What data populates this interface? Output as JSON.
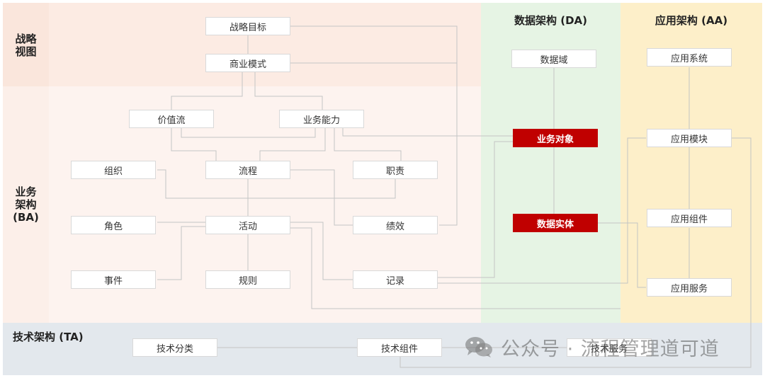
{
  "lanes": {
    "strategy": {
      "label": "战略\n视图"
    },
    "business": {
      "label": "业务\n架构\n(BA)"
    },
    "tech": {
      "label": "技术架构 (TA)"
    }
  },
  "columns": {
    "data": {
      "label": "数据架构 (DA)"
    },
    "app": {
      "label": "应用架构 (AA)"
    }
  },
  "nodes": {
    "strategic_goal": "战略目标",
    "business_model": "商业模式",
    "value_stream": "价值流",
    "business_capability": "业务能力",
    "organization": "组织",
    "process": "流程",
    "responsibility": "职责",
    "role": "角色",
    "activity": "活动",
    "performance": "绩效",
    "event": "事件",
    "rule": "规则",
    "record": "记录",
    "data_domain": "数据域",
    "business_object": "业务对象",
    "data_entity": "数据实体",
    "app_system": "应用系统",
    "app_module": "应用模块",
    "app_component": "应用组件",
    "app_service": "应用服务",
    "tech_category": "技术分类",
    "tech_component": "技术组件",
    "tech_service": "技术服务"
  },
  "watermark": {
    "text": "公众号 · 流程管理道可道"
  },
  "colors": {
    "strategy_bg": "#fcebe3",
    "business_bg": "#fdf3ef",
    "lane_label_bg": "#fae8e0",
    "data_bg": "#e6f4e4",
    "app_bg": "#fdefc9",
    "tech_bg": "#e3e8ed",
    "highlight": "#c00000",
    "connector": "#bfbfbf"
  }
}
